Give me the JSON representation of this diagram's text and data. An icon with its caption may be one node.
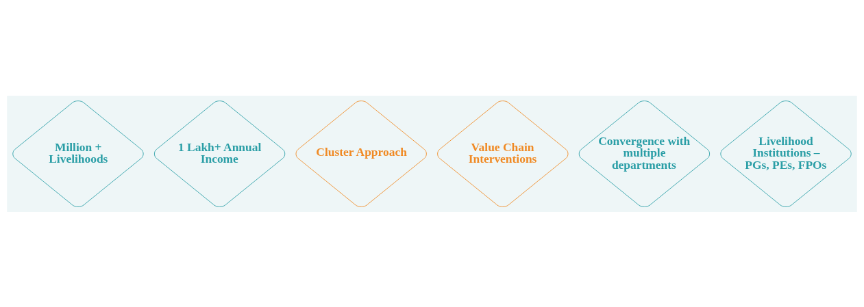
{
  "diagram": {
    "nodes": [
      {
        "text": [
          "Million + Livelihoods"
        ]
      },
      {
        "text": [
          "1 Lakh+ Annual Income"
        ]
      },
      {
        "text": [
          "Cluster Approach"
        ]
      },
      {
        "text": [
          "Value Chain Interventions"
        ]
      },
      {
        "text": [
          "Convergence with multiple departments"
        ]
      },
      {
        "text": [
          "Livelihood Institutions – PGs, PEs, FPOs"
        ]
      }
    ],
    "edges": []
  }
}
